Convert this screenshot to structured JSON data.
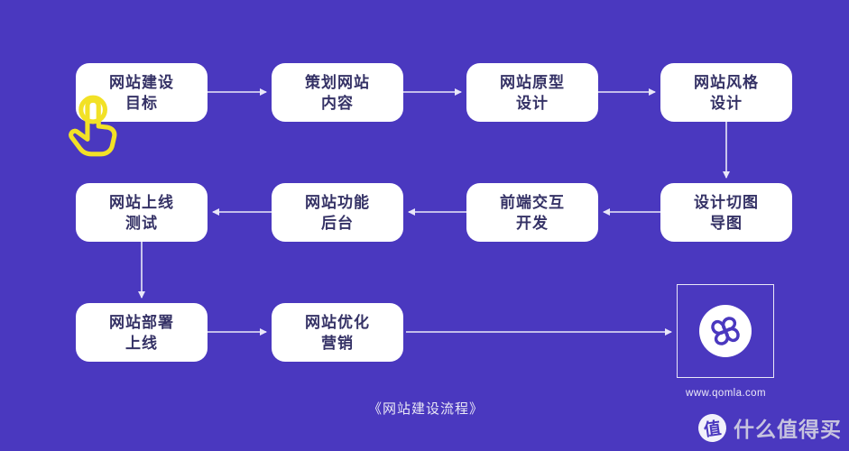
{
  "colors": {
    "background": "#4a38bf",
    "node_bg": "#ffffff",
    "node_text": "#353266",
    "arrow": "#e9e7f8",
    "highlight_yellow": "#f2e126",
    "logo_purple": "#4a38bf",
    "watermark_text": "#d9d8e4"
  },
  "flow": {
    "nodes": [
      {
        "line1": "网站建设",
        "line2": "目标"
      },
      {
        "line1": "策划网站",
        "line2": "内容"
      },
      {
        "line1": "网站原型",
        "line2": "设计"
      },
      {
        "line1": "网站风格",
        "line2": "设计"
      },
      {
        "line1": "网站上线",
        "line2": "测试"
      },
      {
        "line1": "网站功能",
        "line2": "后台"
      },
      {
        "line1": "前端交互",
        "line2": "开发"
      },
      {
        "line1": "设计切图",
        "line2": "导图"
      },
      {
        "line1": "网站部署",
        "line2": "上线"
      },
      {
        "line1": "网站优化",
        "line2": "营销"
      }
    ],
    "caption": "《网站建设流程》"
  },
  "logo_card": {
    "url": "www.qomla.com"
  },
  "watermark": {
    "badge": "值",
    "label": "什么值得买"
  }
}
